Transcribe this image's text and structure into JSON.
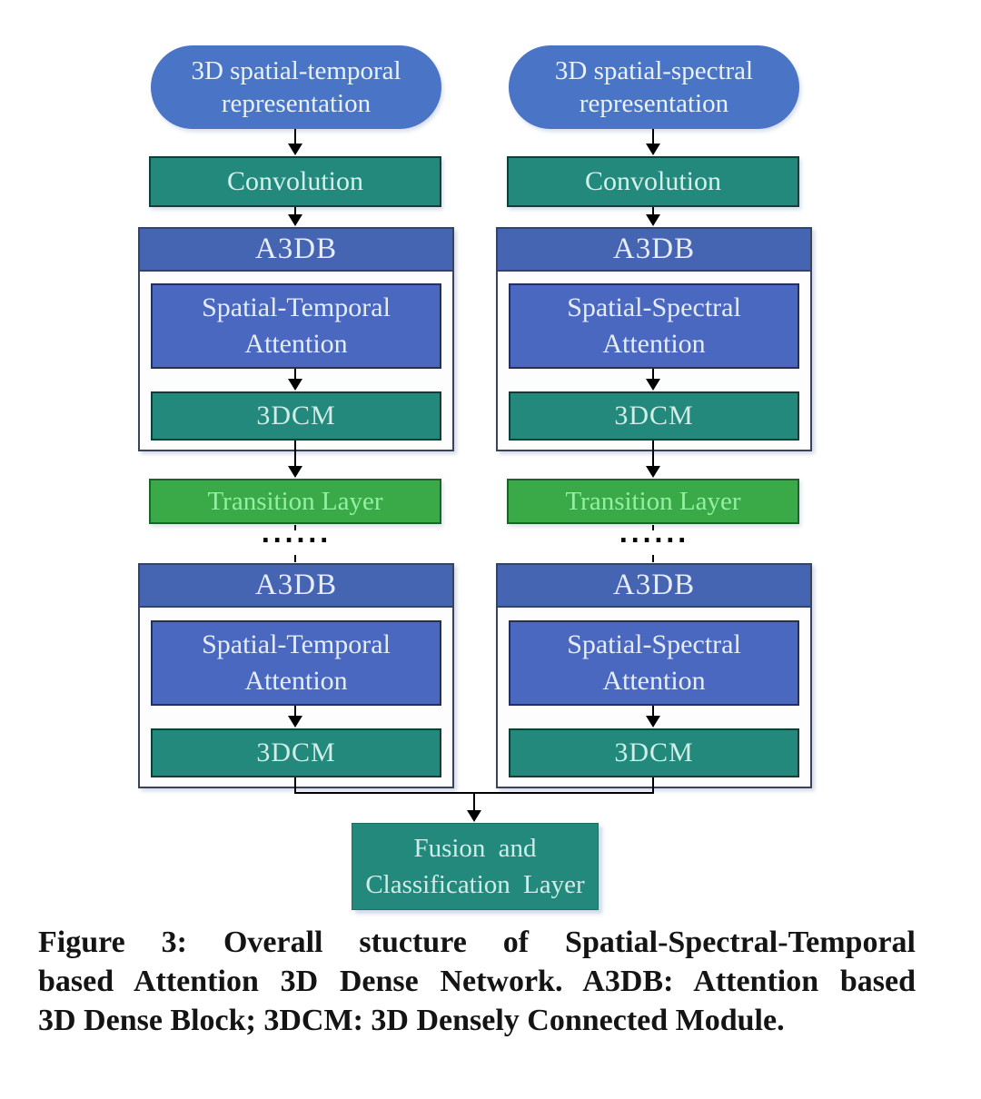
{
  "figure": {
    "columns": [
      {
        "id": "spatial-temporal",
        "input_label": "3D spatial-temporal representation",
        "conv_label": "Convolution",
        "blocks": [
          {
            "title": "A3DB",
            "attention_label": "Spatial-Temporal Attention",
            "module_label": "3DCM"
          },
          {
            "title": "A3DB",
            "attention_label": "Spatial-Temporal Attention",
            "module_label": "3DCM"
          }
        ],
        "transition_label": "Transition Layer",
        "ellipsis": "......"
      },
      {
        "id": "spatial-spectral",
        "input_label": "3D spatial-spectral representation",
        "conv_label": "Convolution",
        "blocks": [
          {
            "title": "A3DB",
            "attention_label": "Spatial-Spectral Attention",
            "module_label": "3DCM"
          },
          {
            "title": "A3DB",
            "attention_label": "Spatial-Spectral Attention",
            "module_label": "3DCM"
          }
        ],
        "transition_label": "Transition Layer",
        "ellipsis": "......"
      }
    ],
    "fusion_label": "Fusion and Classification Layer",
    "caption": {
      "lines": [
        "Figure 3: Overall stucture of Spatial-Spectral-Temporal",
        "based Attention 3D Dense Network. A3DB: Attention based",
        "3D Dense Block; 3DCM: 3D Densely Connected Module."
      ]
    },
    "colors": {
      "node-blue": "#4a74c6",
      "header-blue": "#4565b2",
      "block-blue": "#4a68bf",
      "teal": "#23897c",
      "green": "#3aaa48",
      "green-text": "#94efa3",
      "line": "#000000"
    }
  }
}
